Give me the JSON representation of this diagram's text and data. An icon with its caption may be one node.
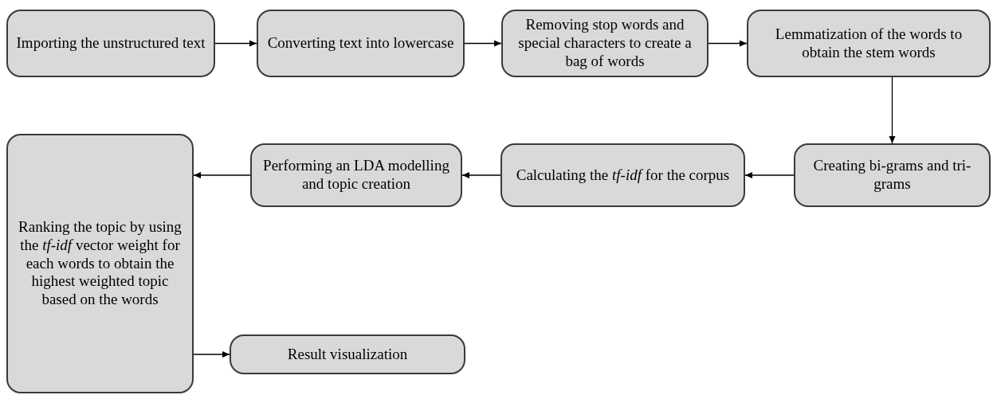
{
  "diagram": {
    "nodes": [
      {
        "text": [
          "Importing the unstructured text"
        ]
      },
      {
        "text": [
          "Converting text into lowercase"
        ]
      },
      {
        "text": [
          "Removing stop words and special characters to create a bag of words"
        ]
      },
      {
        "text": [
          "Lemmatization of the words to obtain the stem words"
        ]
      },
      {
        "text": [
          "Creating bi-grams and tri-grams"
        ]
      },
      {
        "text": [
          "Calculating the *tf-idf*  for the corpus"
        ]
      },
      {
        "text": [
          "Performing an LDA modelling and topic creation"
        ]
      },
      {
        "text": [
          "Ranking the topic by using the *tf-idf* vector weight for each words to obtain the highest weighted topic based on the words"
        ]
      },
      {
        "text": [
          "Result visualization"
        ]
      }
    ],
    "edges": [
      {
        "from": 0,
        "to": 1,
        "arrow": "to"
      },
      {
        "from": 1,
        "to": 2,
        "arrow": "to"
      },
      {
        "from": 2,
        "to": 3,
        "arrow": "to"
      },
      {
        "from": 3,
        "to": 4,
        "arrow": "to"
      },
      {
        "from": 4,
        "to": 5,
        "arrow": "to"
      },
      {
        "from": 5,
        "to": 6,
        "arrow": "to"
      },
      {
        "from": 6,
        "to": 7,
        "arrow": "to"
      },
      {
        "from": 7,
        "to": 8,
        "arrow": "to"
      }
    ]
  }
}
